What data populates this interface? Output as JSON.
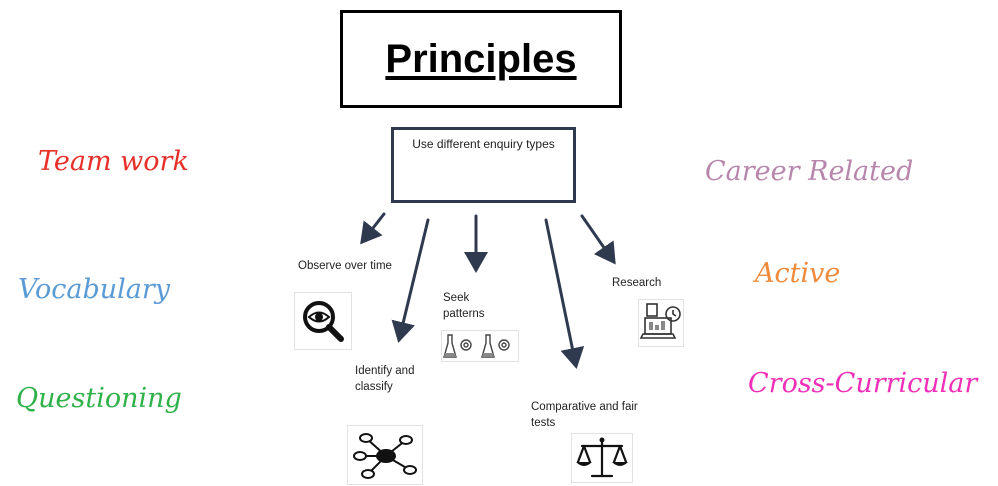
{
  "title": "Principles",
  "center": "Use different enquiry types",
  "skills_left": [
    {
      "text": "Team work",
      "color": "#e8302a"
    },
    {
      "text": "Vocabulary",
      "color": "#5b9bd5"
    },
    {
      "text": "Questioning",
      "color": "#2fb24a"
    }
  ],
  "skills_right": [
    {
      "text": "Career Related",
      "color": "#b886ad"
    },
    {
      "text": "Active",
      "color": "#f08a3c"
    },
    {
      "text": "Cross-Curricular",
      "color": "#f02fb8"
    }
  ],
  "enquiry_types": [
    {
      "label": "Observe over time",
      "icon": "magnifier-eye-icon"
    },
    {
      "label": "Identify and classify",
      "icon": "network-nodes-icon"
    },
    {
      "label": "Seek patterns",
      "icon": "flask-gear-icon"
    },
    {
      "label": "Comparative and fair tests",
      "icon": "balance-scale-icon"
    },
    {
      "label": "Research",
      "icon": "laptop-research-icon"
    }
  ],
  "colors": {
    "arrow": "#2f3a4f",
    "box_border": "#000000"
  }
}
